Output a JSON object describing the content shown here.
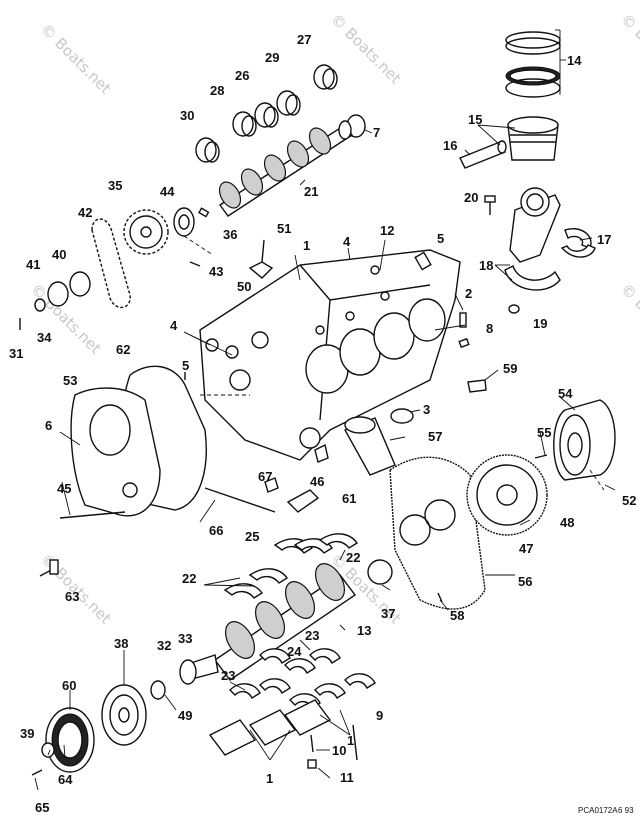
{
  "callouts": [
    {
      "label": "1"
    },
    {
      "label": "2"
    },
    {
      "label": "3"
    },
    {
      "label": "4"
    },
    {
      "label": "4"
    },
    {
      "label": "5"
    },
    {
      "label": "5"
    },
    {
      "label": "6"
    },
    {
      "label": "7"
    },
    {
      "label": "8"
    },
    {
      "label": "9"
    },
    {
      "label": "10"
    },
    {
      "label": "11"
    },
    {
      "label": "12"
    },
    {
      "label": "13"
    },
    {
      "label": "14"
    },
    {
      "label": "15"
    },
    {
      "label": "16"
    },
    {
      "label": "17"
    },
    {
      "label": "18"
    },
    {
      "label": "19"
    },
    {
      "label": "20"
    },
    {
      "label": "21"
    },
    {
      "label": "22"
    },
    {
      "label": "22"
    },
    {
      "label": "23"
    },
    {
      "label": "23"
    },
    {
      "label": "24"
    },
    {
      "label": "25"
    },
    {
      "label": "26"
    },
    {
      "label": "27"
    },
    {
      "label": "28"
    },
    {
      "label": "29"
    },
    {
      "label": "30"
    },
    {
      "label": "31"
    },
    {
      "label": "32"
    },
    {
      "label": "33"
    },
    {
      "label": "34"
    },
    {
      "label": "35"
    },
    {
      "label": "36"
    },
    {
      "label": "37"
    },
    {
      "label": "38"
    },
    {
      "label": "39"
    },
    {
      "label": "40"
    },
    {
      "label": "41"
    },
    {
      "label": "42"
    },
    {
      "label": "43"
    },
    {
      "label": "44"
    },
    {
      "label": "45"
    },
    {
      "label": "46"
    },
    {
      "label": "47"
    },
    {
      "label": "48"
    },
    {
      "label": "49"
    },
    {
      "label": "50"
    },
    {
      "label": "51"
    },
    {
      "label": "52"
    },
    {
      "label": "53"
    },
    {
      "label": "54"
    },
    {
      "label": "55"
    },
    {
      "label": "56"
    },
    {
      "label": "57"
    },
    {
      "label": "58"
    },
    {
      "label": "59"
    },
    {
      "label": "60"
    },
    {
      "label": "61"
    },
    {
      "label": "62"
    },
    {
      "label": "63"
    },
    {
      "label": "64"
    },
    {
      "label": "65"
    },
    {
      "label": "66"
    },
    {
      "label": "67"
    },
    {
      "label": "1"
    },
    {
      "label": "1"
    }
  ],
  "watermark": "© Boats.net",
  "drawing_code": "PCA0172A",
  "drawing_date": "6 93",
  "colors": {
    "ink": "#111111",
    "watermark": "#c8c8c8",
    "background": "#ffffff"
  }
}
